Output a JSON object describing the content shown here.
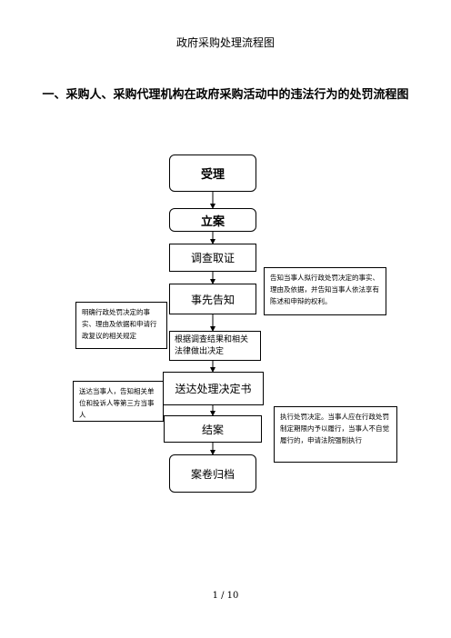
{
  "header": {
    "title": "政府采购处理流程图"
  },
  "section": {
    "title": "一、采购人、采购代理机构在政府采购活动中的违法行为的处罚流程图"
  },
  "flow": {
    "steps": [
      "受理",
      "立案",
      "调查取证",
      "事先告知",
      "根据调查结果和相关法律做出决定",
      "送达处理决定书",
      "结案",
      "案卷归档"
    ]
  },
  "notes": {
    "inform_right": "告知当事人拟行政处罚决定的事实、理由及依据，并告知当事人依法享有陈述和申辩的权利。",
    "explain_left": "明确行政处罚决定的事实、理由及依据和申请行政复议的相关规定",
    "deliver_left": "送达当事人，告知相关单位和投诉人等第三方当事人",
    "execute_right": "执行处罚决定。当事人应在行政处罚制定期限内予以履行，当事人不自觉履行的，申请法院强制执行"
  },
  "footer": {
    "page": "1 / 10"
  }
}
